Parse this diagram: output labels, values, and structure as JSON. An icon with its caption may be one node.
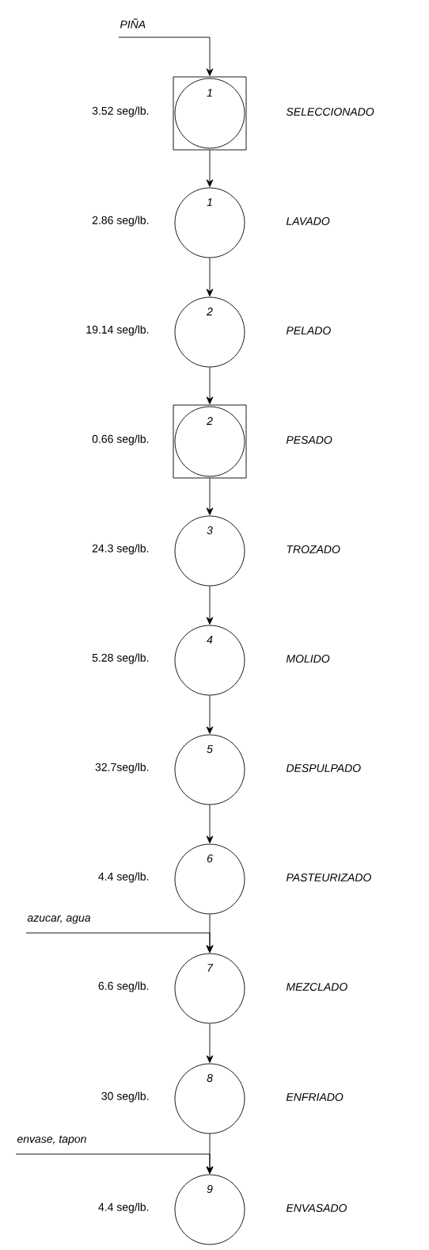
{
  "diagram": {
    "nodes": [
      {
        "text": [
          "PIÑA"
        ]
      },
      {
        "text": [],
        "shape": "box"
      },
      {
        "text": [
          "1"
        ],
        "in": 1,
        "beside": [
          "3.52 seg/lb.",
          "SELECCIONADO"
        ]
      },
      {
        "text": [
          "1"
        ],
        "beside": [
          "2.86 seg/lb.",
          "LAVADO"
        ]
      },
      {
        "text": [
          "2"
        ],
        "beside": [
          "19.14 seg/lb.",
          "PELADO"
        ]
      },
      {
        "text": [],
        "shape": "box"
      },
      {
        "text": [
          "2"
        ],
        "in": 5,
        "beside": [
          "0.66 seg/lb.",
          "PESADO"
        ]
      },
      {
        "text": [
          "3"
        ],
        "beside": [
          "24.3 seg/lb.",
          "TROZADO"
        ]
      },
      {
        "text": [
          "4"
        ],
        "beside": [
          "5.28 seg/lb.",
          "MOLIDO"
        ]
      },
      {
        "text": [
          "5"
        ],
        "beside": [
          "32.7seg/lb.",
          "DESPULPADO"
        ]
      },
      {
        "text": [
          "6"
        ],
        "beside": [
          "4.4 seg/lb.",
          "PASTEURIZADO"
        ]
      },
      {
        "text": [
          "azucar, agua"
        ]
      },
      {
        "text": [
          "7"
        ],
        "beside": [
          "6.6 seg/lb.",
          "MEZCLADO"
        ]
      },
      {
        "text": [
          "8"
        ],
        "beside": [
          "30 seg/lb.",
          "ENFRIADO"
        ]
      },
      {
        "text": [
          "envase, tapon"
        ]
      },
      {
        "text": [
          "9"
        ],
        "beside": [
          "4.4 seg/lb.",
          "ENVASADO"
        ]
      }
    ],
    "edges": [
      {
        "from": 0,
        "to": 1,
        "arrow": "to"
      },
      {
        "from": 1,
        "to": 3,
        "arrow": "to"
      },
      {
        "from": 3,
        "to": 4,
        "arrow": "to"
      },
      {
        "from": 4,
        "to": 5,
        "arrow": "to"
      },
      {
        "from": 5,
        "to": 7,
        "arrow": "to"
      },
      {
        "from": 7,
        "to": 8,
        "arrow": "to"
      },
      {
        "from": 8,
        "to": 9,
        "arrow": "to"
      },
      {
        "from": 9,
        "to": 10,
        "arrow": "to"
      },
      {
        "from": 10,
        "to": 12,
        "arrow": "to"
      },
      {
        "from": 11,
        "to": 12,
        "arrow": "to"
      },
      {
        "from": 12,
        "to": 13,
        "arrow": "to"
      },
      {
        "from": 13,
        "to": 15,
        "arrow": "to"
      },
      {
        "from": 14,
        "to": 15,
        "arrow": "to"
      }
    ]
  }
}
